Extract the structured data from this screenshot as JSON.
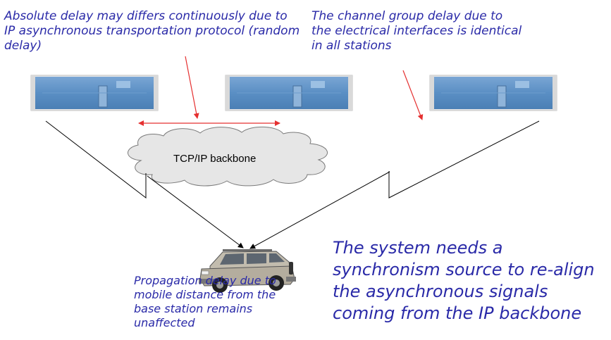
{
  "notes": {
    "absolute_delay": "Absolute delay may differs continuously due to IP asynchronous transportation protocol (random delay)",
    "channel_group_delay": "The channel group delay due to the electrical interfaces is identical in all stations",
    "propagation_delay": "Propagation delay due to mobile distance from the base station remains unaffected",
    "system_needs": "The system needs a synchronism source to re-align the asynchronous signals coming from the IP backbone"
  },
  "cloud": {
    "label": "TCP/IP backbone"
  },
  "colors": {
    "note_text": "#2a2aa8",
    "pointer_arrow": "#e53030",
    "equipment_blue": "#5a8fc4",
    "cloud_fill": "#e6e6e6",
    "link_line": "#000000"
  },
  "icons": {
    "base_station": "rack-equipment-icon",
    "vehicle": "suv-car-icon"
  }
}
